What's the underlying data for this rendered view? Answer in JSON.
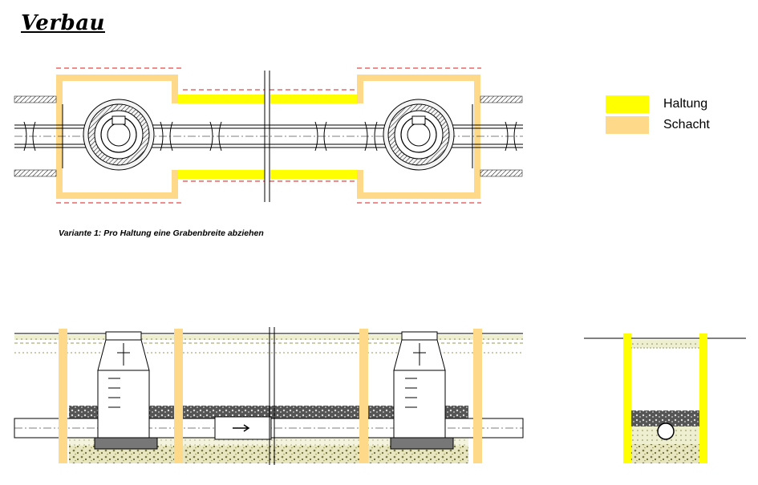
{
  "title": "Verbau",
  "caption": "Variante 1: Pro Haltung eine Grabenbreite abziehen",
  "legend": [
    {
      "label": "Haltung",
      "color": "#ffff00"
    },
    {
      "label": "Schacht",
      "color": "#ffd98a"
    }
  ],
  "colors": {
    "haltung": "#ffff00",
    "schacht": "#ffd98a",
    "dashed": "#e01818",
    "gravel": "#c8c890",
    "dark_fill": "#3a3a3a",
    "line": "#000000"
  }
}
